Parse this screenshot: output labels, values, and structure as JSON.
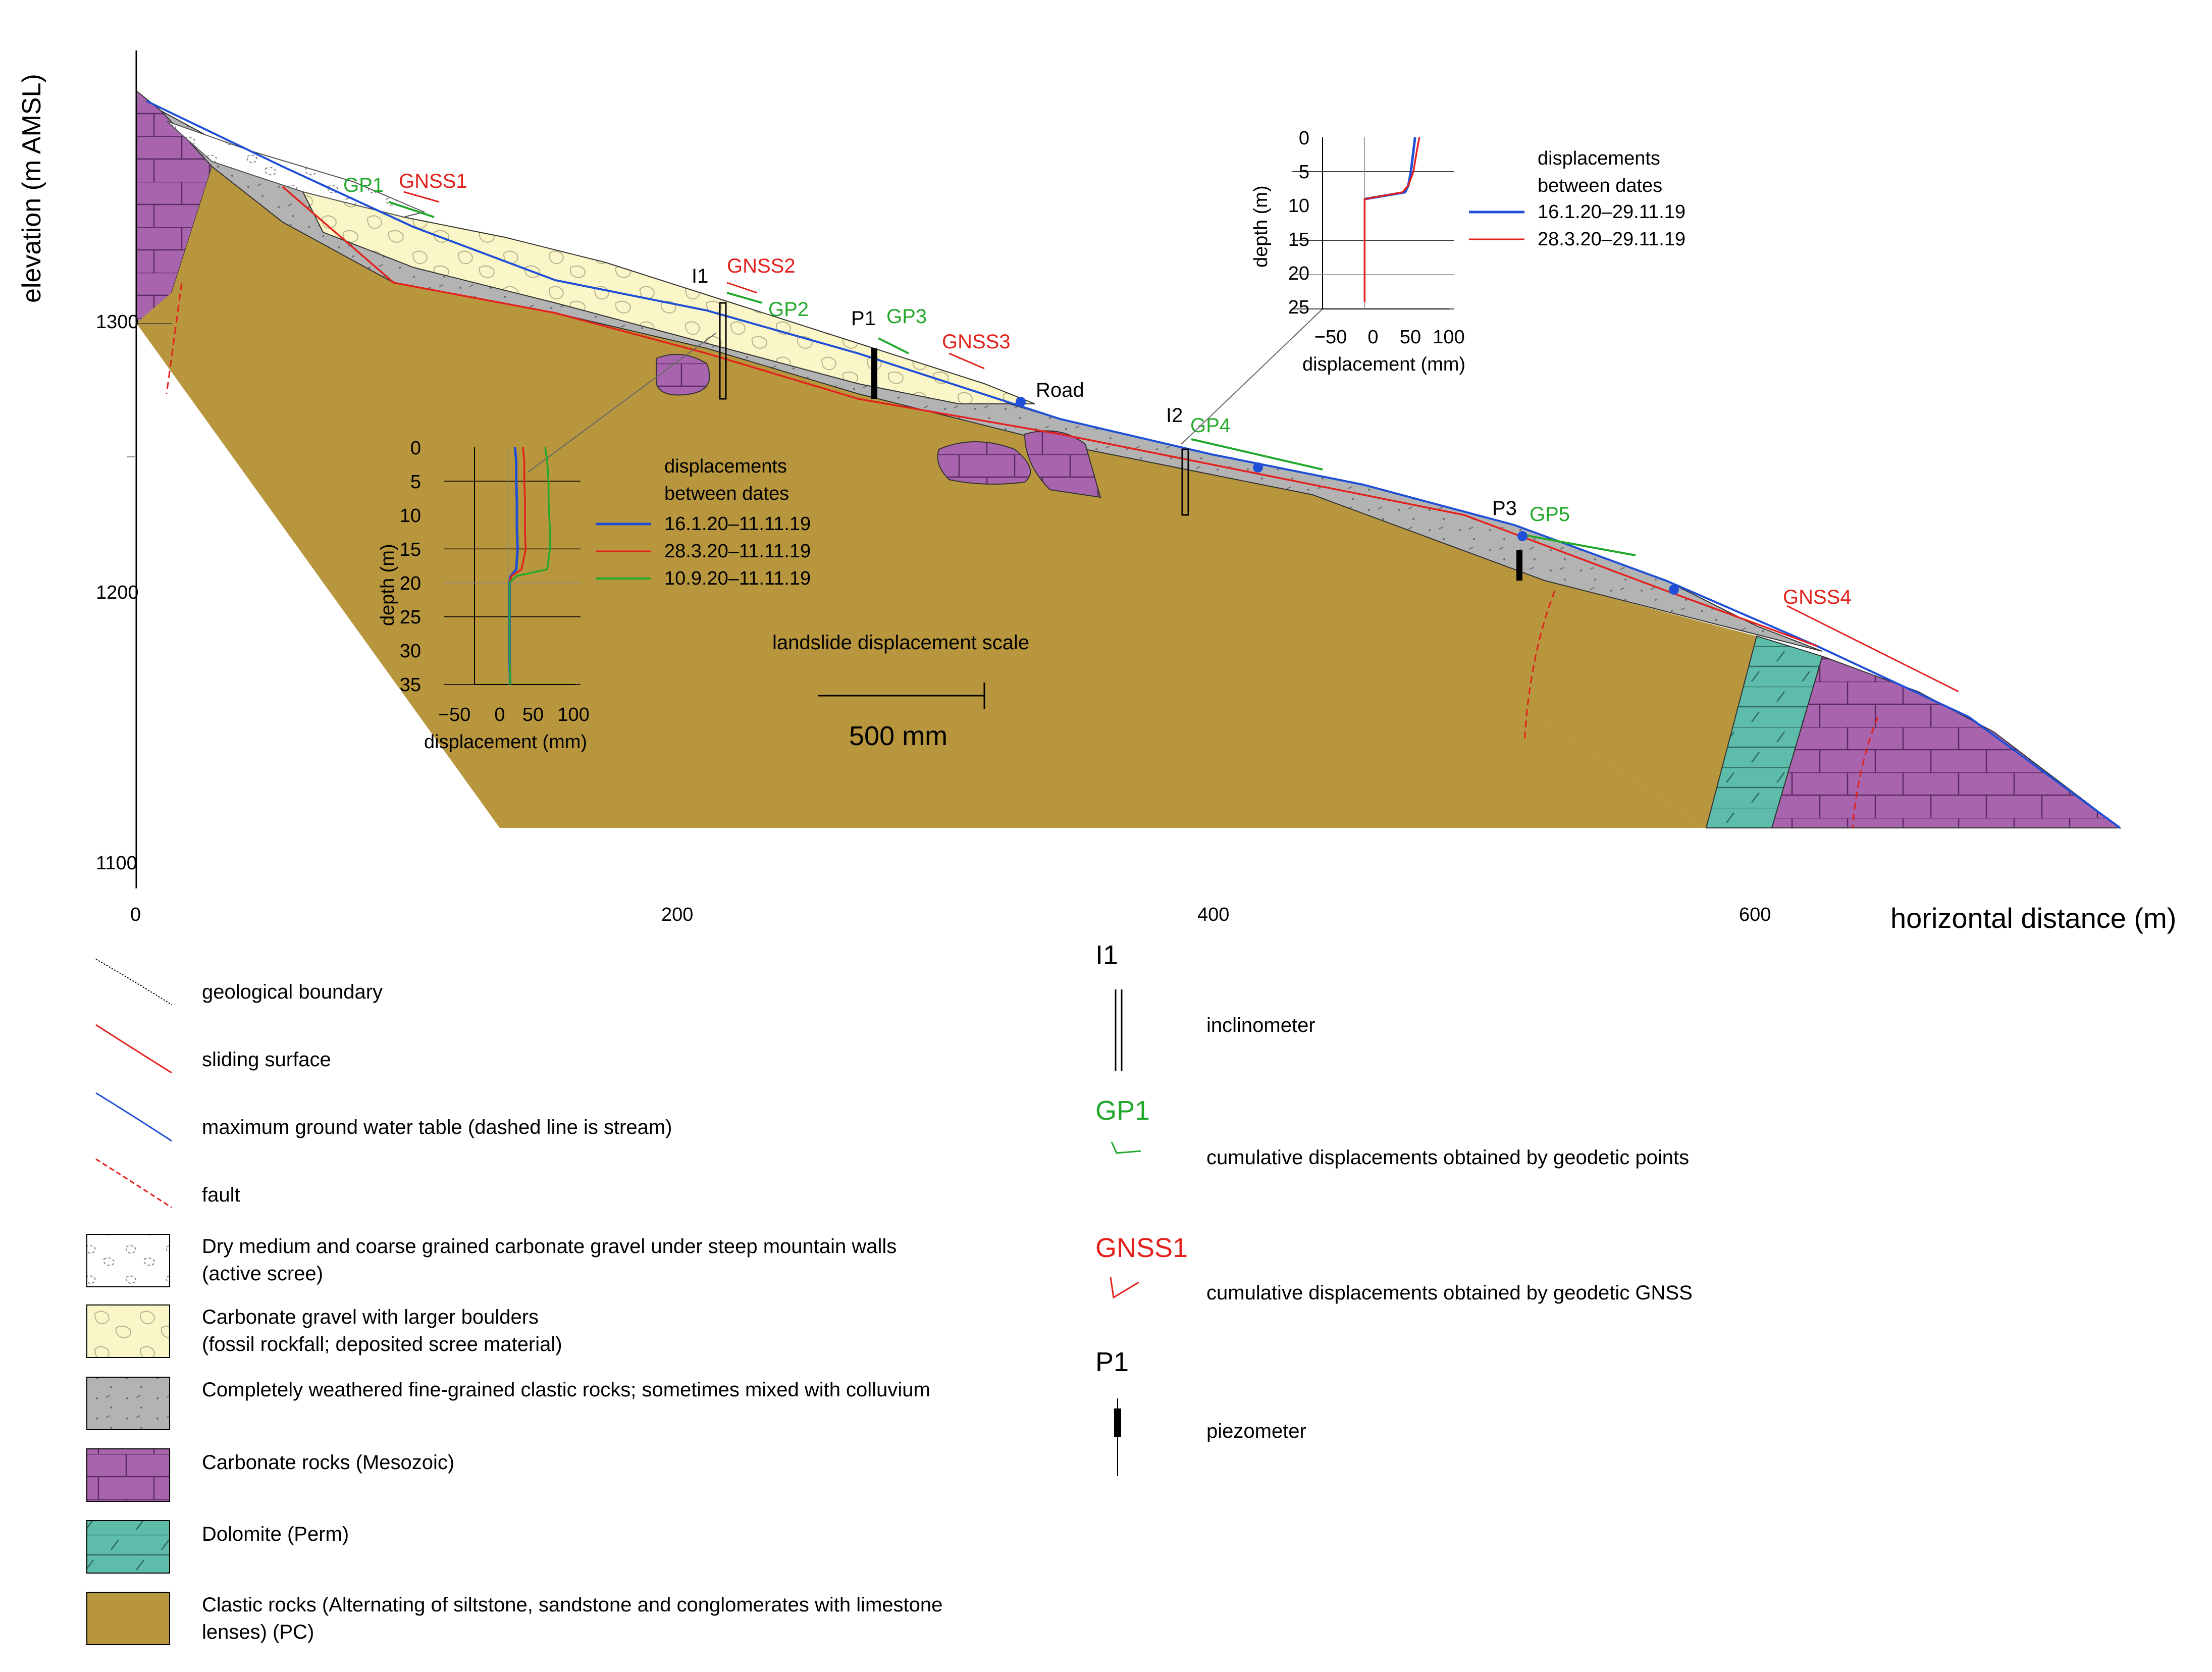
{
  "colors": {
    "carbonate": "#a865ad",
    "dolomite": "#5dbcaa",
    "clastic": "#b8963e",
    "fossil_gravel": "#fbf6c7",
    "weathered": "#b3b3b3",
    "sliding": "#e3211c",
    "water": "#1f4fd6",
    "geodetic": "#22a82a",
    "gnss": "#e3211c",
    "axis": "#000000"
  },
  "section": {
    "y_axis_label": "elevation (m AMSL)",
    "x_axis_label": "horizontal distance (m)",
    "y_ticks": [
      "1300",
      "1200",
      "1100"
    ],
    "x_ticks": [
      "0",
      "200",
      "400",
      "600"
    ],
    "labels": {
      "gp1": "GP1",
      "gnss1": "GNSS1",
      "i1": "I1",
      "gnss2": "GNSS2",
      "gp2": "GP2",
      "p1": "P1",
      "gp3": "GP3",
      "gnss3": "GNSS3",
      "road": "Road",
      "i2": "I2",
      "gp4": "GP4",
      "p3": "P3",
      "gp5": "GP5",
      "gnss4": "GNSS4"
    },
    "scale_title": "landslide displacement scale",
    "scale_value": "500 mm"
  },
  "inclinometer_i1": {
    "type": "line",
    "ylabel": "depth (m)",
    "xlabel": "displacement (mm)",
    "y_ticks": [
      "0",
      "5",
      "10",
      "15",
      "20",
      "25",
      "30",
      "35"
    ],
    "x_ticks": [
      "−50",
      "0",
      "50",
      "100"
    ],
    "legend_title": [
      "displacements",
      "between dates"
    ],
    "xlim": [
      -50,
      100
    ],
    "ylim": [
      0,
      35
    ],
    "series": [
      {
        "name": "16.1.20–11.11.19",
        "color": "#1f4fd6",
        "depth": [
          0,
          2,
          5,
          8,
          12,
          15,
          18,
          19,
          20,
          25,
          30,
          35
        ],
        "disp": [
          10,
          12,
          12,
          13,
          13,
          14,
          12,
          4,
          2,
          2,
          2,
          3
        ]
      },
      {
        "name": "28.3.20–11.11.19",
        "color": "#e3211c",
        "depth": [
          0,
          2,
          5,
          8,
          12,
          15,
          18,
          19,
          20,
          25,
          30,
          35
        ],
        "disp": [
          22,
          24,
          24,
          25,
          25,
          26,
          20,
          5,
          2,
          2,
          2,
          3
        ]
      },
      {
        "name": "10.9.20–11.11.19",
        "color": "#22a82a",
        "depth": [
          0,
          2,
          5,
          8,
          12,
          15,
          18,
          19,
          20,
          25,
          30,
          35
        ],
        "disp": [
          55,
          58,
          60,
          60,
          62,
          62,
          58,
          12,
          2,
          2,
          2,
          3
        ]
      }
    ]
  },
  "inclinometer_i2": {
    "type": "line",
    "ylabel": "depth (m)",
    "xlabel": "displacement (mm)",
    "y_ticks": [
      "0",
      "5",
      "10",
      "15",
      "20",
      "25"
    ],
    "x_ticks": [
      "−50",
      "0",
      "50",
      "100"
    ],
    "legend_title": [
      "displacements",
      "between dates"
    ],
    "xlim": [
      -50,
      100
    ],
    "ylim": [
      0,
      25
    ],
    "series": [
      {
        "name": "16.1.20–29.11.19",
        "color": "#1f4fd6",
        "depth": [
          0,
          2,
          5,
          7,
          8,
          9
        ],
        "disp": [
          60,
          58,
          55,
          52,
          48,
          0
        ]
      },
      {
        "name": "28.3.20–29.11.19",
        "color": "#e3211c",
        "depth": [
          0,
          2,
          5,
          7,
          8,
          9,
          15,
          24
        ],
        "disp": [
          65,
          62,
          58,
          52,
          45,
          0,
          0,
          0
        ]
      }
    ]
  },
  "legend_left": [
    {
      "id": "geo",
      "lines": [
        "geological boundary"
      ]
    },
    {
      "id": "slide",
      "lines": [
        "sliding surface"
      ]
    },
    {
      "id": "gwt",
      "lines": [
        "maximum ground water table (dashed line is stream)"
      ]
    },
    {
      "id": "fault",
      "lines": [
        "fault"
      ]
    },
    {
      "id": "scree",
      "lines": [
        "Dry medium and coarse grained carbonate gravel under steep mountain walls",
        "(active scree)"
      ]
    },
    {
      "id": "fossil",
      "lines": [
        "Carbonate gravel with larger boulders",
        "(fossil rockfall; deposited scree material)"
      ]
    },
    {
      "id": "weathered",
      "lines": [
        "Completely weathered fine-grained clastic rocks; sometimes mixed with colluvium"
      ]
    },
    {
      "id": "carbonate",
      "lines": [
        "Carbonate rocks (Mesozoic)"
      ]
    },
    {
      "id": "dolomite",
      "lines": [
        "Dolomite (Perm)"
      ]
    },
    {
      "id": "clastic",
      "lines": [
        "Clastic rocks (Alternating of siltstone, sandstone and conglomerates with limestone",
        "lenses) (PC)"
      ]
    }
  ],
  "legend_right": [
    {
      "id": "incl",
      "title": "I1",
      "text": "inclinometer"
    },
    {
      "id": "gp",
      "title": "GP1",
      "text": "cumulative displacements obtained by geodetic points"
    },
    {
      "id": "gnss",
      "title": "GNSS1",
      "text": "cumulative displacements obtained by geodetic GNSS"
    },
    {
      "id": "piezo",
      "title": "P1",
      "text": "piezometer"
    }
  ]
}
